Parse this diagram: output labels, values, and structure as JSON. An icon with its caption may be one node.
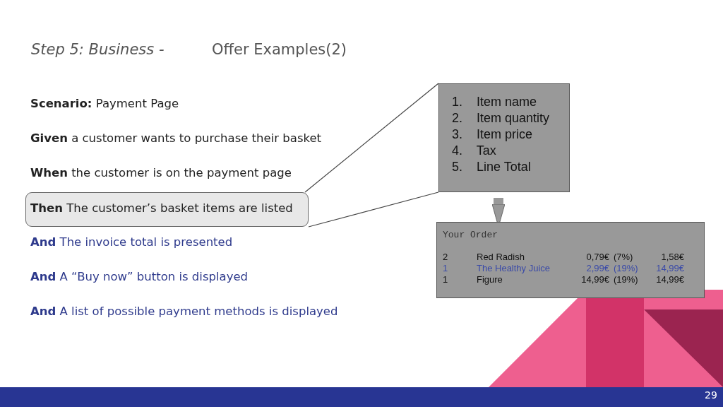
{
  "diagram": {
    "title": "Step 5: Business -",
    "nodes": [
      {
        "text": [
          "**Then** The customer’s basket items are listed"
        ]
      },
      {
        "text": [
          "1. Item name",
          "2. Item quantity",
          "3. Item price",
          "4. Tax",
          "5. Line Total"
        ]
      },
      {
        "text": [
          "Your Order",
          "2",
          "Red Radish",
          "0,79€",
          "(7%)",
          "1,58€",
          "1",
          "The Healthy Juice",
          "2,99€",
          "(19%)",
          "14,99€",
          "1",
          "Figure",
          "14,99€",
          "(19%)",
          "14,99€"
        ]
      }
    ],
    "edges": [
      {
        "from": 0,
        "to": 1,
        "arrow": "none"
      },
      {
        "from": 0,
        "to": 1,
        "arrow": "none"
      },
      {
        "from": 1,
        "to": 2,
        "arrow": "to",
        "style": "thick"
      }
    ],
    "labels": [
      "Offer Examples(2)",
      "**Scenario:** Payment Page",
      "**Given** a customer wants to purchase their basket",
      "**When** the customer is on the payment page",
      "**And** The invoice total is presented",
      "**And** A “Buy now” button is displayed",
      "**And** A list of possible payment methods is displayed",
      "29"
    ]
  }
}
